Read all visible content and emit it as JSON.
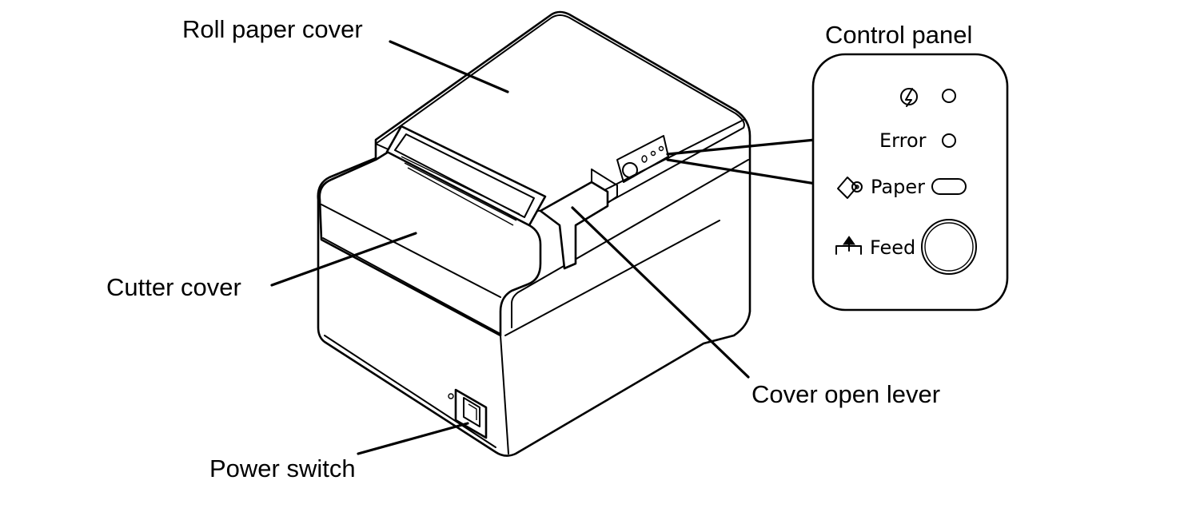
{
  "callouts": {
    "roll_paper_cover": "Roll paper cover",
    "cutter_cover": "Cutter cover",
    "power_switch": "Power switch",
    "cover_open_lever": "Cover open lever"
  },
  "control_panel": {
    "title": "Control panel",
    "error_label": "Error",
    "paper_label": "Paper",
    "feed_label": "Feed",
    "icons": {
      "power": "power-led-icon",
      "paper": "paper-roll-icon",
      "feed": "feed-arrow-icon"
    }
  },
  "colors": {
    "line": "#000000",
    "background": "#ffffff"
  }
}
